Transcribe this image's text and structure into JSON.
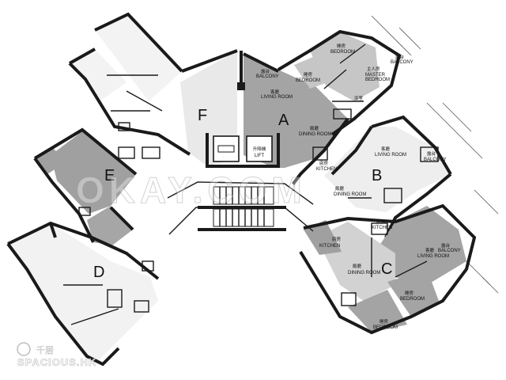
{
  "colors": {
    "background": "#ffffff",
    "unit_dark": "#a4a4a4",
    "unit_mid": "#c9c9c9",
    "unit_light": "#e6e6e6",
    "wall": "#1a1a1a"
  },
  "units": [
    {
      "key": "A",
      "letter": "A"
    },
    {
      "key": "B",
      "letter": "B"
    },
    {
      "key": "C",
      "letter": "C"
    },
    {
      "key": "D",
      "letter": "D"
    },
    {
      "key": "E",
      "letter": "E"
    },
    {
      "key": "F",
      "letter": "F"
    }
  ],
  "lift": {
    "cjk": "升降機",
    "en": "LIFT"
  },
  "rooms": {
    "a_balcony_cjk": "露台",
    "a_balcony": "BALCONY",
    "a_living_cjk": "客廳",
    "a_living": "LIVING ROOM",
    "a_dining_cjk": "飯廳",
    "a_dining": "DINING ROOM",
    "a_kitchen_cjk": "廚房",
    "a_kitchen": "KITCHEN",
    "a_bed_top_cjk": "睡房",
    "a_bed_top": "BEDROOM",
    "a_bed_left_cjk": "睡房",
    "a_bed_left": "BEDROOM",
    "a_master_cjk": "主人房",
    "a_master_1": "MASTER",
    "a_master_2": "BEDROOM",
    "a_balcony2_cjk": "露台",
    "a_balcony2": "BALCONY",
    "a_bath_cjk": "浴室",
    "b_living_cjk": "客廳",
    "b_living": "LIVING ROOM",
    "b_balcony_cjk": "露台",
    "b_balcony": "BALCONY",
    "b_dining_cjk": "飯廳",
    "b_dining": "DINING ROOM",
    "b_kitchen_cjk": "廚房",
    "b_kitchen": "KITCHEN",
    "c_balcony_cjk": "露台",
    "c_balcony": "BALCONY",
    "c_living_cjk": "客廳",
    "c_living": "LIVING ROOM",
    "c_dining_cjk": "飯廳",
    "c_dining": "DINING ROOM",
    "c_kitchen_cjk": "廚房",
    "c_kitchen": "KITCHEN",
    "c_bed1_cjk": "睡房",
    "c_bed1": "BEDROOM",
    "c_bed2_cjk": "睡房",
    "c_bed2": "BEDROOM"
  },
  "watermark": {
    "text": "OKAY.COM"
  },
  "logo": {
    "cjk": "千居",
    "text": "SPACIOUS.HK"
  }
}
